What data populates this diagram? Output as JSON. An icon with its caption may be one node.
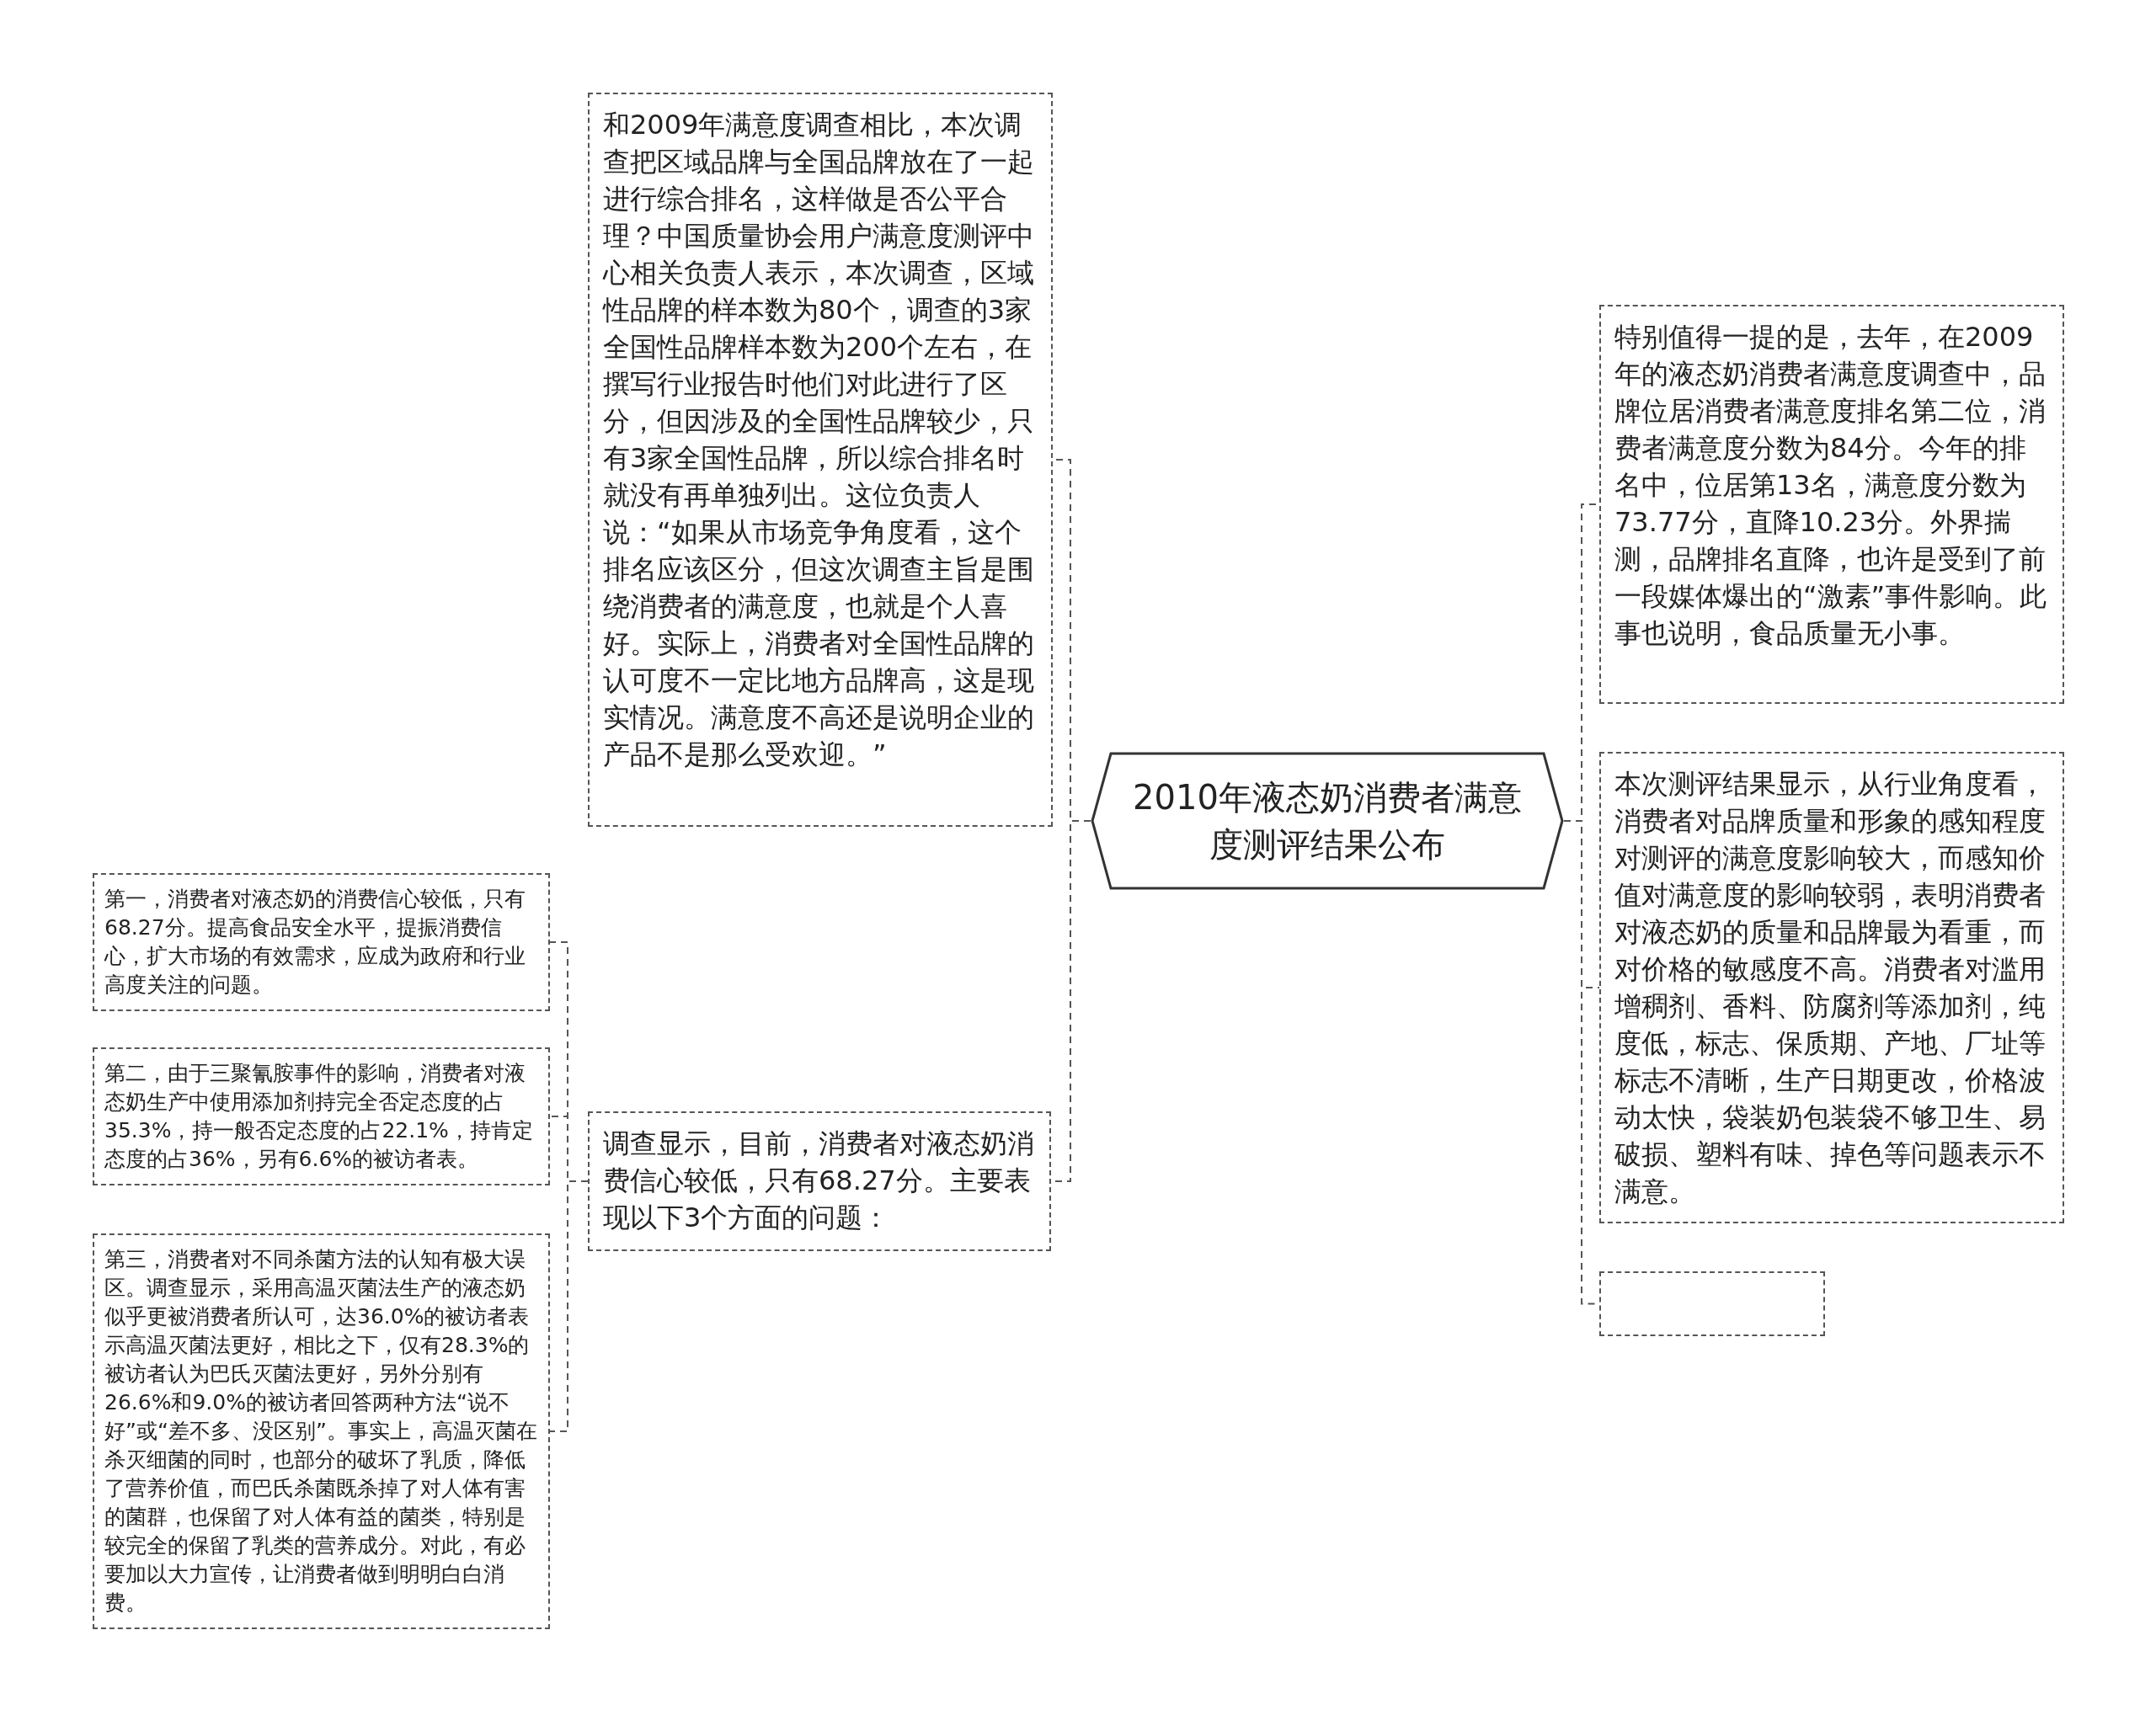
{
  "diagram": {
    "nodes": [
      {
        "text": [
          "2010年液态奶消费者满意度测评结果公布"
        ]
      },
      {
        "text": [
          "和2009年满意度调查相比，本次调查把区域品牌与全国品牌放在了一起进行综合排名，这样做是否公平合理？中国质量协会用户满意度测评中心相关负责人表示，本次调查，区域性品牌的样本数为80个，调查的3家全国性品牌样本数为200个左右，在撰写行业报告时他们对此进行了区分，但因涉及的全国性品牌较少，只有3家全国性品牌，所以综合排名时就没有再单独列出。这位负责人说：“如果从市场竞争角度看，这个排名应该区分，但这次调查主旨是围绕消费者的满意度，也就是个人喜好。实际上，消费者对全国性品牌的认可度不一定比地方品牌高，这是现实情况。满意度不高还是说明企业的产品不是那么受欢迎。”"
        ]
      },
      {
        "text": [
          "调查显示，目前，消费者对液态奶消费信心较低，只有68.27分。主要表现以下3个方面的问题："
        ]
      },
      {
        "text": [
          "第一，消费者对液态奶的消费信心较低，只有68.27分。提高食品安全水平，提振消费信心，扩大市场的有效需求，应成为政府和行业高度关注的问题。"
        ]
      },
      {
        "text": [
          "第二，由于三聚氰胺事件的影响，消费者对液态奶生产中使用添加剂持完全否定态度的占35.3%，持一般否定态度的占22.1%，持肯定态度的占36%，另有6.6%的被访者表。"
        ]
      },
      {
        "text": [
          "第三，消费者对不同杀菌方法的认知有极大误区。调查显示，采用高温灭菌法生产的液态奶似乎更被消费者所认可，达36.0%的被访者表示高温灭菌法更好，相比之下，仅有28.3%的被访者认为巴氏灭菌法更好，另外分别有26.6%和9.0%的被访者回答两种方法“说不好”或“差不多、没区别”。事实上，高温灭菌在杀灭细菌的同时，也部分的破坏了乳质，降低了营养价值，而巴氏杀菌既杀掉了对人体有害的菌群，也保留了对人体有益的菌类，特别是较完全的保留了乳类的营养成分。对此，有必要加以大力宣传，让消费者做到明明白白消费。"
        ]
      },
      {
        "text": [
          "特别值得一提的是，去年，在2009年的液态奶消费者满意度调查中，品牌位居消费者满意度排名第二位，消费者满意度分数为84分。今年的排名中，位居第13名，满意度分数为73.77分，直降10.23分。外界揣测，品牌排名直降，也许是受到了前一段媒体爆出的“激素”事件影响。此事也说明，食品质量无小事。"
        ]
      },
      {
        "text": [
          "本次测评结果显示，从行业角度看，消费者对品牌质量和形象的感知程度对测评的满意度影响较大，而感知价值对满意度的影响较弱，表明消费者对液态奶的质量和品牌最为看重，而对价格的敏感度不高。消费者对滥用增稠剂、香料、防腐剂等添加剂，纯度低，标志、保质期、产地、厂址等标志不清晰，生产日期更改，价格波动太快，袋装奶包装袋不够卫生、易破损、塑料有味、掉色等问题表示不满意。"
        ]
      },
      {
        "text": [],
        "shape": "box"
      }
    ],
    "edges": [
      {
        "from": 0,
        "to": 1,
        "arrow": "none"
      },
      {
        "from": 0,
        "to": 2,
        "arrow": "none"
      },
      {
        "from": 2,
        "to": 3,
        "arrow": "none"
      },
      {
        "from": 2,
        "to": 4,
        "arrow": "none"
      },
      {
        "from": 2,
        "to": 5,
        "arrow": "none"
      },
      {
        "from": 0,
        "to": 6,
        "arrow": "none"
      },
      {
        "from": 0,
        "to": 7,
        "arrow": "none"
      },
      {
        "from": 0,
        "to": 8,
        "arrow": "none"
      }
    ]
  }
}
